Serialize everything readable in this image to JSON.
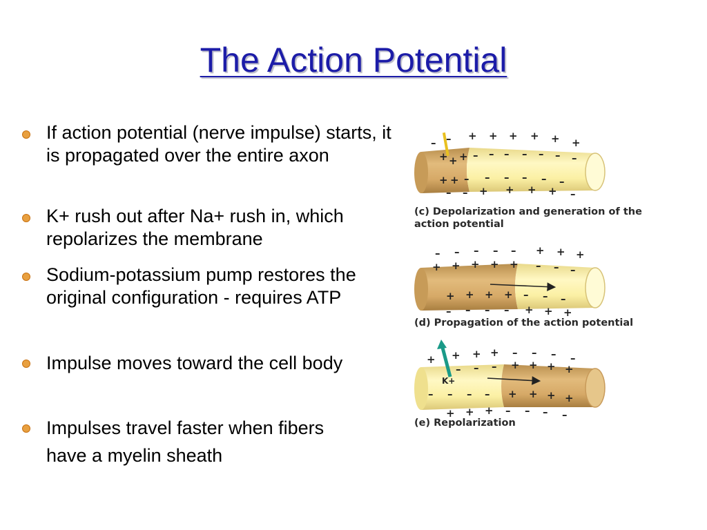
{
  "slide": {
    "title": "The Action Potential",
    "bullets": [
      "If action potential (nerve impulse) starts, it is propagated over the entire axon",
      "K+ rush out after Na+ rush in, which repolarizes the membrane",
      "Sodium-potassium pump restores the original configuration - requires ATP",
      "Impulse moves toward the cell body",
      "Impulses travel faster when fibers have a myelin sheath"
    ]
  },
  "figure": {
    "panels": [
      {
        "caption": "(c) Depolarization and generation of the\naction potential"
      },
      {
        "caption": "(d) Propagation of the action potential"
      },
      {
        "caption": "(e) Repolarization",
        "ion_label": "K+"
      }
    ],
    "colors": {
      "depolarized": "#d8ac6a",
      "resting": "#fbf2a8",
      "arrow_ion": "#1a9a88",
      "stimulus": "#e8c020"
    }
  }
}
